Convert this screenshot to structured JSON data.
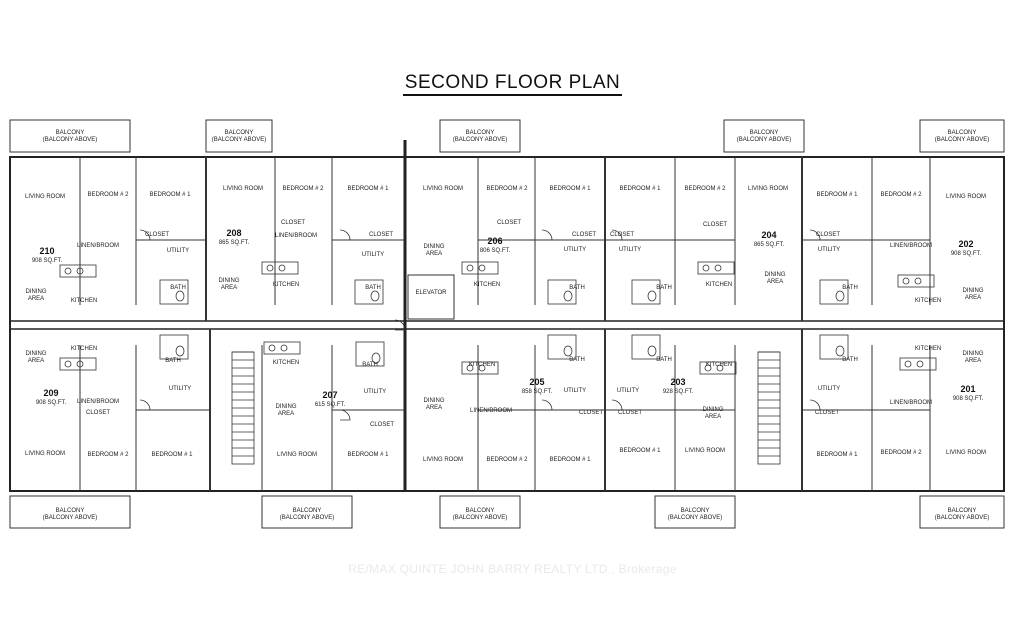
{
  "title": "SECOND FLOOR PLAN",
  "watermark": "RE/MAX QUINTE JOHN BARRY REALTY LTD., Brokerage",
  "elevator": "ELEVATOR",
  "balcony": "BALCONY",
  "balcony_above": "(BALCONY ABOVE)",
  "units": [
    {
      "num": "210",
      "sqft": "908 SQ.FT."
    },
    {
      "num": "208",
      "sqft": "865 SQ.FT."
    },
    {
      "num": "206",
      "sqft": "806 SQ.FT."
    },
    {
      "num": "204",
      "sqft": "865 SQ.FT."
    },
    {
      "num": "202",
      "sqft": "908 SQ.FT."
    },
    {
      "num": "209",
      "sqft": "908 SQ.FT."
    },
    {
      "num": "207",
      "sqft": "615 SQ.FT."
    },
    {
      "num": "205",
      "sqft": "858 SQ.FT."
    },
    {
      "num": "203",
      "sqft": "928 SQ.FT."
    },
    {
      "num": "201",
      "sqft": "908 SQ.FT."
    }
  ],
  "rooms": {
    "living": "LIVING ROOM",
    "bed1": "BEDROOM # 1",
    "bed2": "BEDROOM # 2",
    "dining1": "DINING",
    "dining2": "AREA",
    "kitchen": "KITCHEN",
    "bath": "BATH",
    "closet": "CLOSET",
    "utility": "UTILITY",
    "linen": "LINEN/BROOM"
  }
}
